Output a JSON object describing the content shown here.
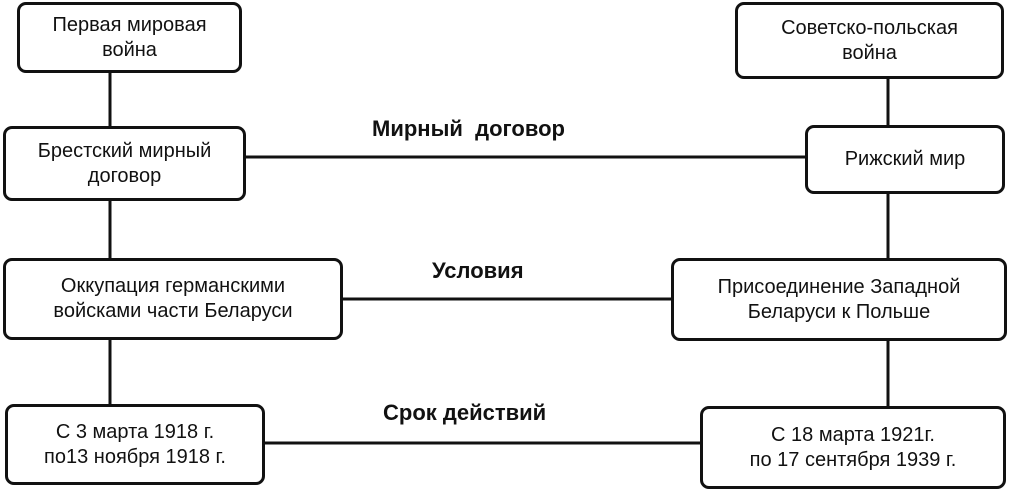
{
  "diagram": {
    "left_column": [
      "Первая мировая\nвойна",
      "Брестский мирный\nдоговор",
      "Оккупация германскими\nвойсками части Беларуси",
      "С 3 марта 1918 г.\nпо13 ноября 1918 г."
    ],
    "right_column": [
      "Советско-польская\nвойна",
      "Рижский мир",
      "Присоединение Западной\nБеларуси к Польше",
      "С 18 марта 1921г.\nпо 17 сентября 1939 г."
    ],
    "row_labels": {
      "peace_treaty": "Мирный  договор",
      "conditions": "Условия",
      "duration": "Срок действий"
    }
  }
}
